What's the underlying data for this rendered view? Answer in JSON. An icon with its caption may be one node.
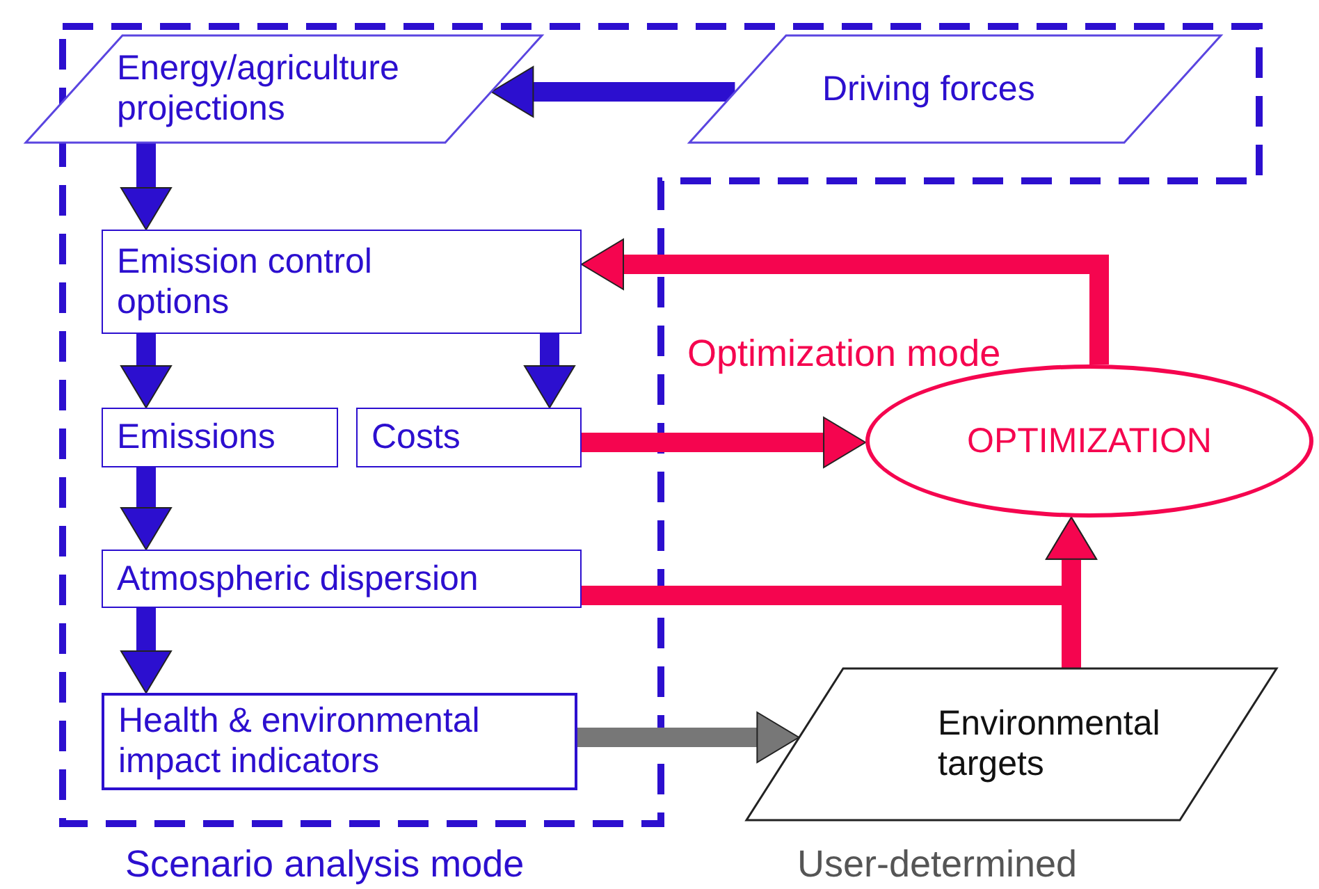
{
  "diagram": {
    "nodes": [
      {
        "text": [
          "Energy/agriculture projections"
        ]
      },
      {
        "text": [
          "Driving forces"
        ]
      },
      {
        "text": [
          "Emission control options"
        ]
      },
      {
        "text": [
          "Emissions"
        ]
      },
      {
        "text": [
          "Costs"
        ]
      },
      {
        "text": [
          "Atmospheric dispersion"
        ]
      },
      {
        "text": [
          "Health & environmental impact indicators"
        ]
      },
      {
        "text": [
          "OPTIMIZATION"
        ]
      },
      {
        "text": [
          "Environmental targets"
        ]
      }
    ],
    "edges": [
      {
        "from": 1,
        "to": 0,
        "arrow": "to"
      },
      {
        "from": 0,
        "to": 2,
        "arrow": "to"
      },
      {
        "from": 2,
        "to": 3,
        "arrow": "to"
      },
      {
        "from": 2,
        "to": 4,
        "arrow": "to"
      },
      {
        "from": 3,
        "to": 5,
        "arrow": "to"
      },
      {
        "from": 5,
        "to": 6,
        "arrow": "to"
      },
      {
        "from": 4,
        "to": 7,
        "arrow": "to",
        "color": "#f5054f"
      },
      {
        "from": 5,
        "to": 7,
        "arrow": "to",
        "color": "#f5054f"
      },
      {
        "from": 7,
        "to": 2,
        "arrow": "to",
        "color": "#f5054f"
      },
      {
        "from": 6,
        "to": 8,
        "arrow": "to",
        "color": "#777777"
      },
      {
        "from": 8,
        "to": 7,
        "arrow": "to",
        "color": "#f5054f"
      }
    ],
    "labels": [
      "Optimization mode",
      "Scenario analysis mode",
      "User-determined"
    ]
  }
}
